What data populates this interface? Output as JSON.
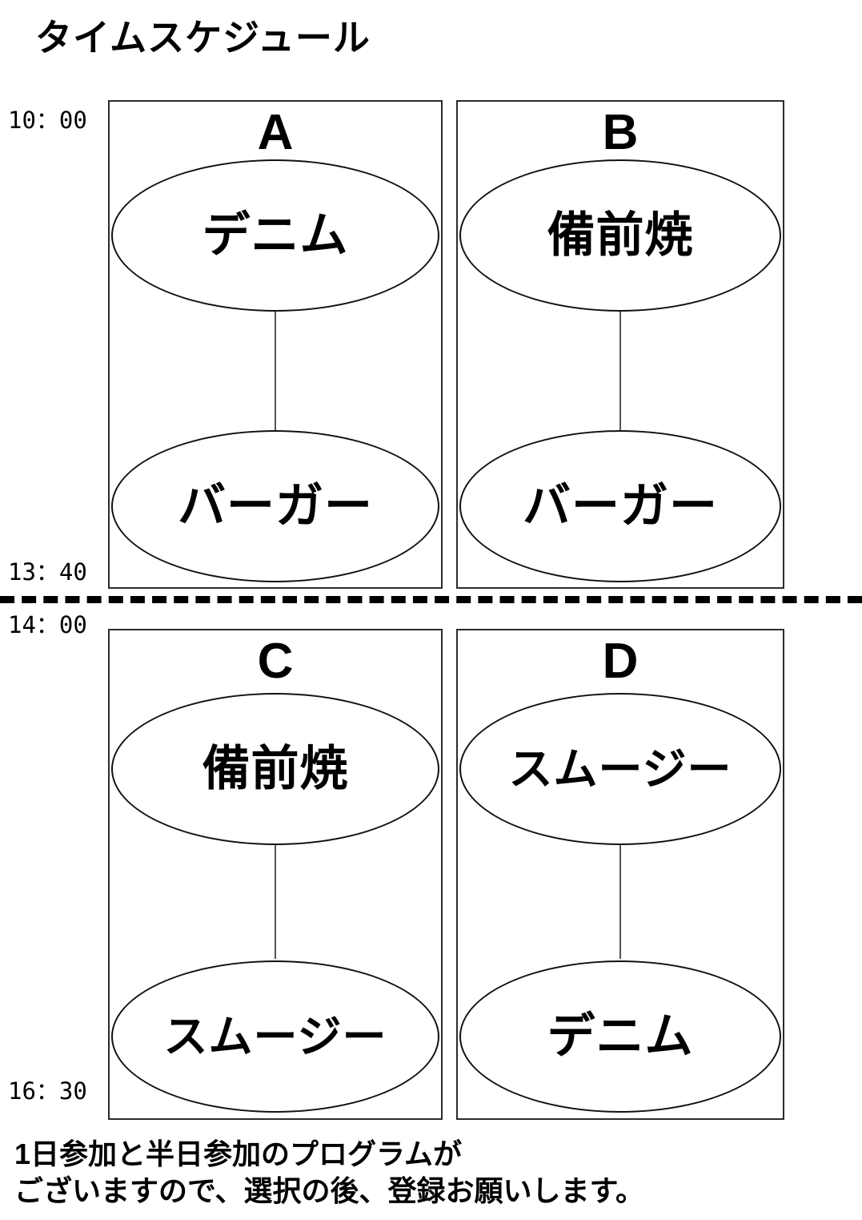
{
  "title": "タイムスケジュール",
  "timeline": {
    "morning_start": "10：00",
    "morning_end": "13：40",
    "afternoon_start": "14：00",
    "afternoon_end": "16：30"
  },
  "divider": {
    "style": "dashed",
    "color": "#000000"
  },
  "courses": [
    {
      "letter": "A",
      "session": "morning",
      "activities": [
        "デニム",
        "バーガー"
      ]
    },
    {
      "letter": "B",
      "session": "morning",
      "activities": [
        "備前焼",
        "バーガー"
      ]
    },
    {
      "letter": "C",
      "session": "afternoon",
      "activities": [
        "備前焼",
        "スムージー"
      ]
    },
    {
      "letter": "D",
      "session": "afternoon",
      "activities": [
        "スムージー",
        "デニム"
      ]
    }
  ],
  "footer": {
    "note": "1日参加と半日参加のプログラムが\nございますので、選択の後、登録お願いします。"
  }
}
